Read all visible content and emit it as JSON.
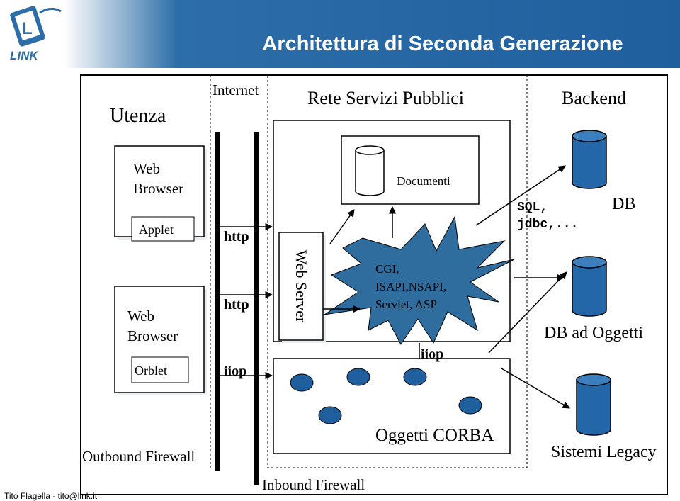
{
  "header": {
    "title": "Architettura di Seconda Generazione",
    "logo_text": "LINK"
  },
  "zones": {
    "utenza": "Utenza",
    "internet": "Internet",
    "rete": "Rete Servizi Pubblici",
    "backend": "Backend"
  },
  "client1": {
    "label1": "Web",
    "label2": "Browser",
    "applet": "Applet"
  },
  "client2": {
    "label1": "Web",
    "label2": "Browser",
    "orblet": "Orblet"
  },
  "protocols": {
    "http1": "http",
    "http2": "http",
    "iiop1": "iiop",
    "iiop2": "iiop"
  },
  "server": {
    "web_server": "Web Server",
    "documenti": "Documenti",
    "cgi_line1": "CGI,",
    "cgi_line2": "ISAPI,NSAPI,",
    "cgi_line3": "Servlet, ASP",
    "corba": "Oggetti CORBA"
  },
  "backend": {
    "sql_line1": "SQL,",
    "sql_line2": "jdbc,...",
    "db": "DB",
    "db_oggetti": "DB ad Oggetti",
    "legacy": "Sistemi Legacy"
  },
  "firewalls": {
    "outbound": "Outbound Firewall",
    "inbound": "Inbound Firewall"
  },
  "footer": {
    "author": "Tito Flagella - tito@link.it"
  },
  "colors": {
    "header_blue": "#2d6ea8",
    "node_blue": "#1f5f9e",
    "burst_blue": "#2e6d9e",
    "db_blue": "#2467a8"
  }
}
